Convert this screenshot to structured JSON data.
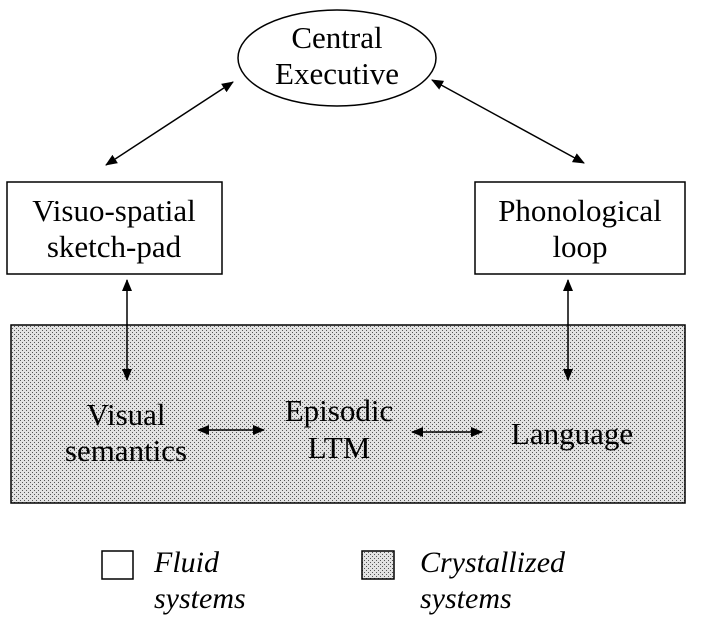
{
  "central_executive": {
    "line1": "Central",
    "line2": "Executive"
  },
  "visuo_spatial": {
    "line1": "Visuo-spatial",
    "line2": "sketch-pad"
  },
  "phonological": {
    "line1": "Phonological",
    "line2": "loop"
  },
  "crystallized_region": {
    "visual_semantics_line1": "Visual",
    "visual_semantics_line2": "semantics",
    "episodic_line1": "Episodic",
    "episodic_line2": "LTM",
    "language": "Language"
  },
  "legend": {
    "fluid_line1": "Fluid",
    "fluid_line2": "systems",
    "crystallized_line1": "Crystallized",
    "crystallized_line2": "systems"
  },
  "colors": {
    "stroke": "#000000",
    "fluid_fill": "#ffffff",
    "crystallized_fill": "#d8d8d8"
  }
}
